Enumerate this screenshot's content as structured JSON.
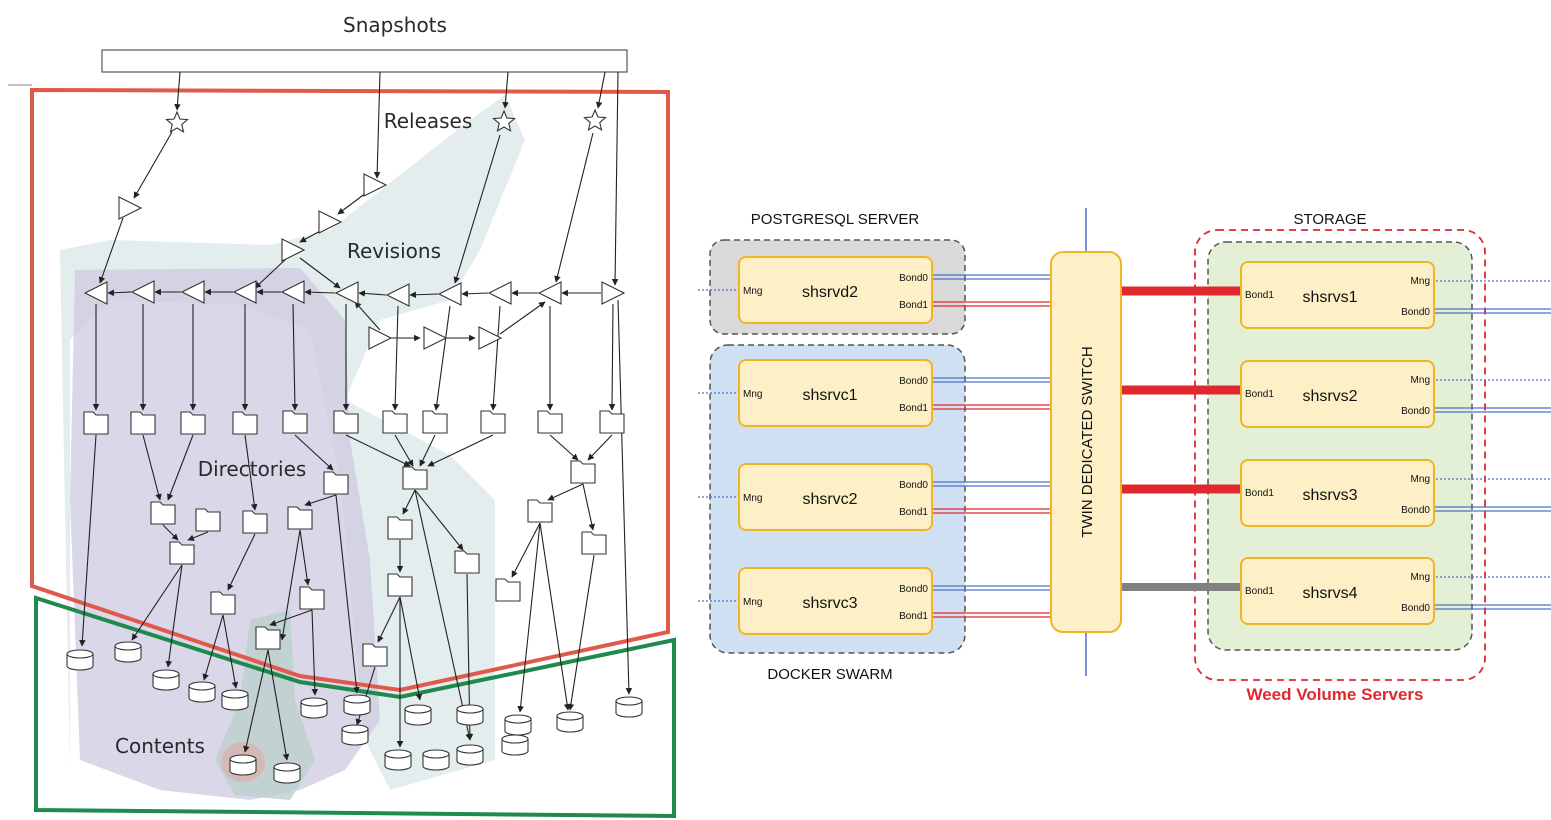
{
  "left": {
    "snapshots_label": "Snapshots",
    "releases_label": "Releases",
    "revisions_label": "Revisions",
    "directories_label": "Directories",
    "contents_label": "Contents"
  },
  "right": {
    "postgres_title": "POSTGRESQL SERVER",
    "swarm_title": "DOCKER SWARM",
    "storage_title": "STORAGE",
    "weed_title": "Weed Volume Servers",
    "switch_label": "TWIN DEDICATED SWITCH",
    "mng": "Mng",
    "bond0": "Bond0",
    "bond1": "Bond1",
    "servers": [
      {
        "name": "shsrvd2"
      },
      {
        "name": "shsrvc1"
      },
      {
        "name": "shsrvc2"
      },
      {
        "name": "shsrvc3"
      }
    ],
    "storage_servers": [
      {
        "name": "shsrvs1"
      },
      {
        "name": "shsrvs2"
      },
      {
        "name": "shsrvs3"
      },
      {
        "name": "shsrvs4"
      }
    ],
    "colors": {
      "node_fill": "#fdf0c6",
      "node_border": "#f0b429",
      "postgres_bg": "#d9d9d9",
      "swarm_bg": "#cfe0f3",
      "storage_bg": "#e3f0d6",
      "weed_border": "#e0282e",
      "link_red": "#e0282e",
      "link_blue": "#4a72c4",
      "link_grey": "#808080"
    }
  }
}
